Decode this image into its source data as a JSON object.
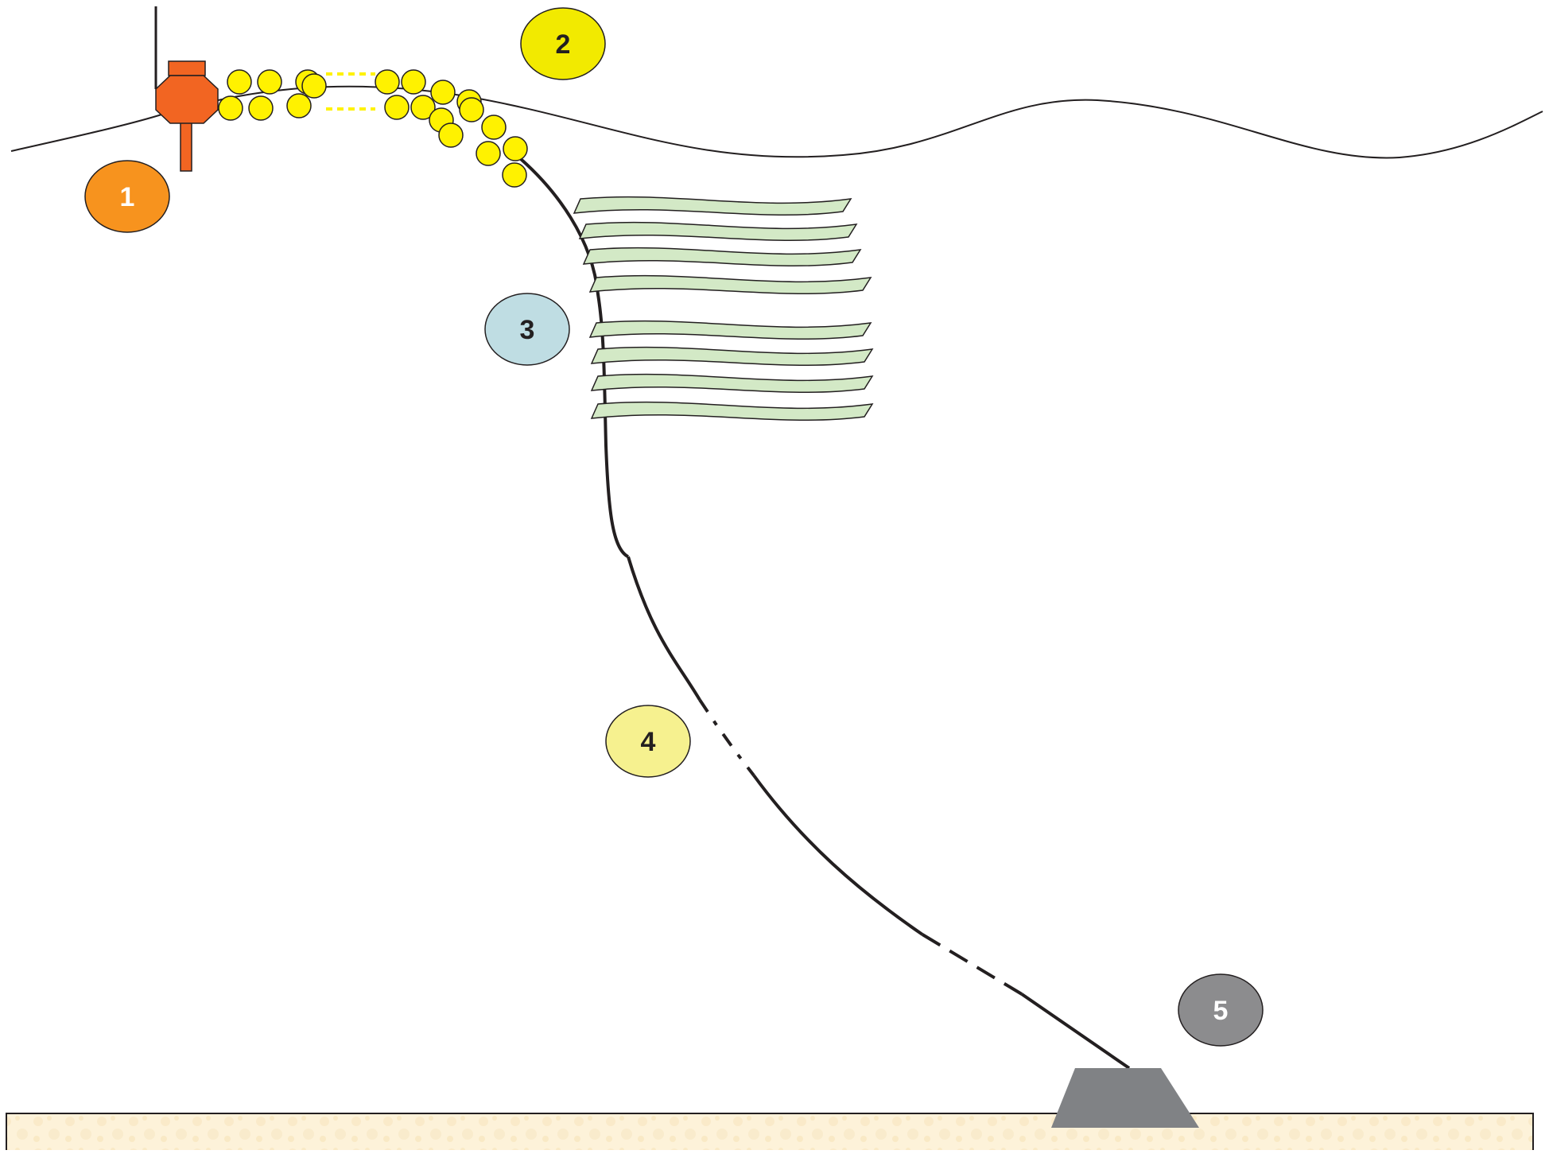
{
  "diagram": {
    "labels": [
      {
        "id": "1",
        "text": "1",
        "fill": "#f7931e",
        "text_color": "#ffffff"
      },
      {
        "id": "2",
        "text": "2",
        "fill": "#f2ea00",
        "text_color": "#231f20"
      },
      {
        "id": "3",
        "text": "3",
        "fill": "#bfdde3",
        "text_color": "#231f20"
      },
      {
        "id": "4",
        "text": "4",
        "fill": "#f6f18f",
        "text_color": "#231f20"
      },
      {
        "id": "5",
        "text": "5",
        "fill": "#8c8c8e",
        "text_color": "#ffffff"
      }
    ],
    "colors": {
      "buoy": "#f26522",
      "float": "#fff200",
      "net_panel": "#d3e9c6",
      "line": "#231f20",
      "anchor": "#808285",
      "seabed": "#fdf2d9",
      "seabed_speckle": "#f7e3b8"
    }
  }
}
